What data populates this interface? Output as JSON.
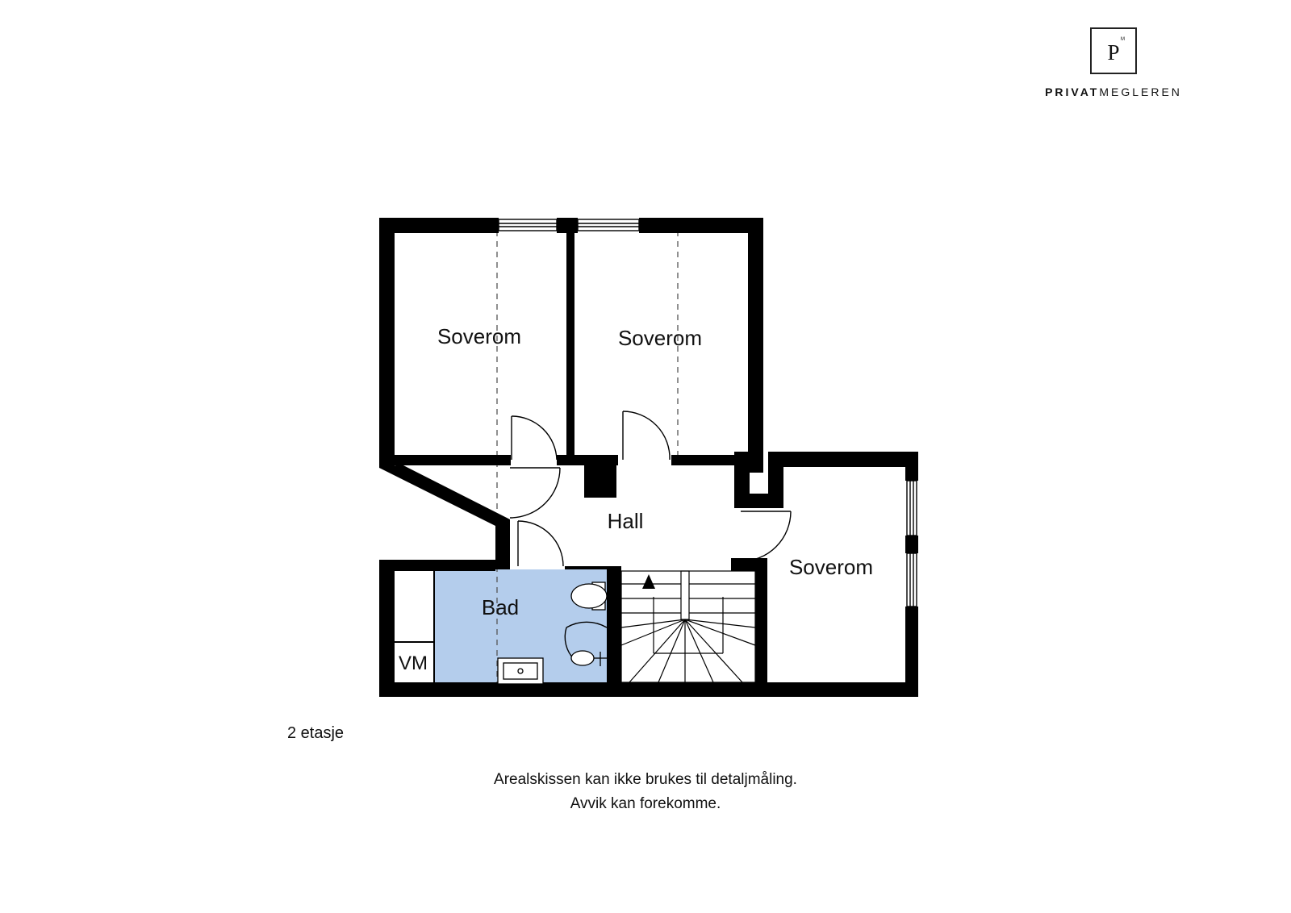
{
  "logo": {
    "letter": "P",
    "superscript": "M",
    "word_bold": "PRIVAT",
    "word_regular": "MEGLEREN"
  },
  "rooms": {
    "bedroom_1": "Soverom",
    "bedroom_2": "Soverom",
    "bedroom_3": "Soverom",
    "hall": "Hall",
    "bathroom": "Bad",
    "laundry": "VM"
  },
  "colors": {
    "wall": "#000000",
    "bathroom_fill": "#b4cdec",
    "background": "#ffffff"
  },
  "floor_label": "2 etasje",
  "disclaimer": {
    "line1": "Arealskissen kan ikke brukes til detaljmåling.",
    "line2": "Avvik kan forekomme."
  }
}
